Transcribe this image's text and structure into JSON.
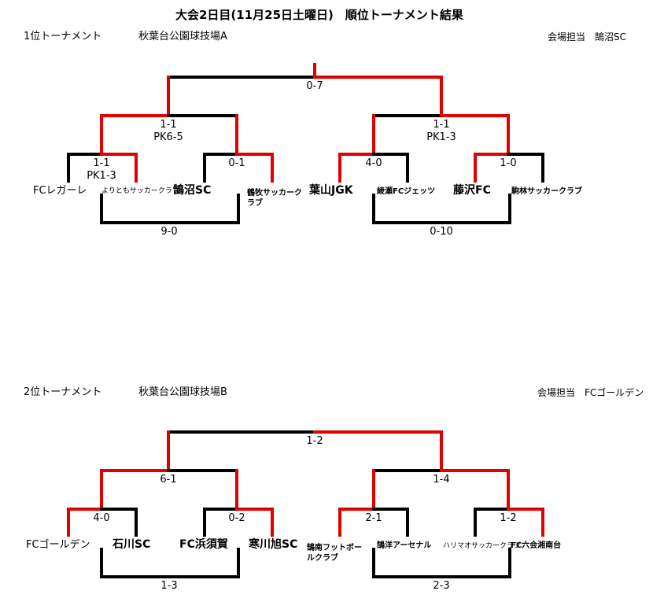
{
  "title": "大会2日目(11月25日土曜日)　順位トーナメント結果",
  "t1": {
    "name": "1位トーナメント",
    "venue": "秋葉台公園球技場A",
    "staff": "会場担当　鵠沼SC",
    "scores": {
      "final": "0-7",
      "semi_left": "1-1",
      "semi_left_pk": "PK6-5",
      "semi_right": "1-1",
      "semi_right_pk": "PK1-3",
      "q1": "1-1",
      "q1_pk": "PK1-3",
      "q2": "0-1",
      "q3": "4-0",
      "q4": "1-0",
      "third_left": "9-0",
      "third_right": "0-10"
    },
    "teams": [
      "FCレガーレ",
      "よりともサッカークラブ",
      "鵠沼SC",
      "鶴牧サッカークラブ",
      "葉山JGK",
      "綾瀬FCジェッツ",
      "藤沢FC",
      "駒林サッカークラブ"
    ]
  },
  "t2": {
    "name": "2位トーナメント",
    "venue": "秋葉台公園球技場B",
    "staff": "会場担当　FCゴールデン",
    "scores": {
      "final": "1-2",
      "semi_left": "6-1",
      "semi_right": "1-4",
      "q1": "4-0",
      "q2": "0-2",
      "q3": "2-1",
      "q4": "1-2",
      "third_left": "1-3",
      "third_right": "2-3"
    },
    "teams": [
      "FCゴールデン",
      "石川SC",
      "FC浜須賀",
      "寒川旭SC",
      "鵠南フットボールクラブ",
      "鵠洋アーセナル",
      "ハリマオサッカークラブ",
      "FC六会湘南台"
    ]
  },
  "colors": {
    "win": "#e00000",
    "lose": "#000000"
  }
}
